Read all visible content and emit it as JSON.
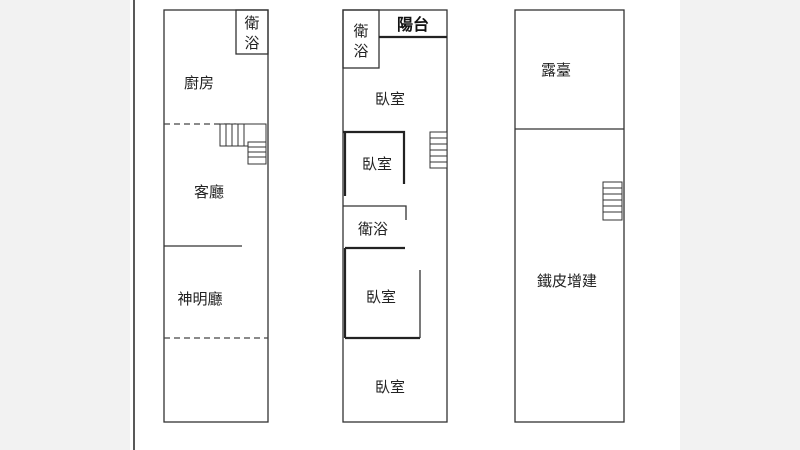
{
  "floor1": {
    "bath": [
      "衛",
      "浴"
    ],
    "kitchen": "廚房",
    "living": "客廳",
    "shrine": "神明廳"
  },
  "floor2": {
    "bath_top": [
      "衛",
      "浴"
    ],
    "balcony": "陽台",
    "bedroom_a": "臥室",
    "bedroom_b": "臥室",
    "bath_mid": "衛浴",
    "bedroom_c": "臥室",
    "bedroom_d": "臥室"
  },
  "floor3": {
    "terrace": "露臺",
    "addition": "鐵皮增建"
  }
}
